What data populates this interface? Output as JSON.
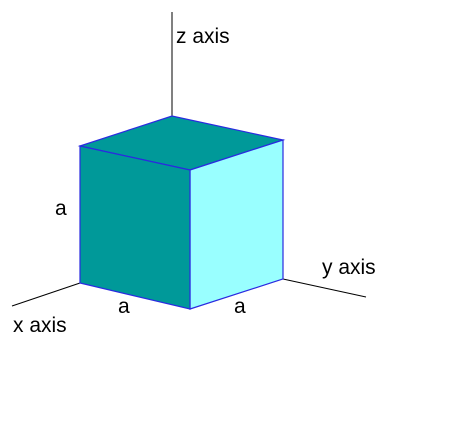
{
  "labels": {
    "z_axis": "z axis",
    "y_axis": "y axis",
    "x_axis": "x axis",
    "edge_height": "a",
    "edge_front": "a",
    "edge_side": "a"
  },
  "colors": {
    "front_face": "#009999",
    "top_face": "#009999",
    "side_face": "#99ffff",
    "edges": "#2a2ae0",
    "axes": "#000000"
  }
}
